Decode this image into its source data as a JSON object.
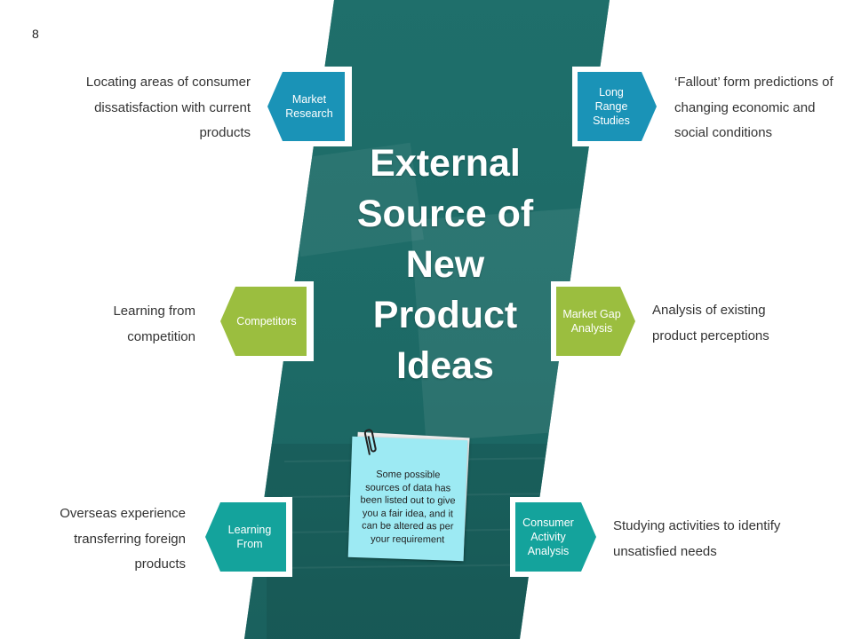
{
  "page_number": "8",
  "title_lines": [
    "External",
    "Source of",
    "New",
    "Product",
    "Ideas"
  ],
  "colors": {
    "band": "#1d6e6a",
    "blue": "#1a93b7",
    "green": "#9bbe3f",
    "teal": "#14a39c",
    "note": "#9deaf3"
  },
  "items": {
    "market_research": {
      "label_lines": [
        "Market",
        "Research"
      ],
      "desc_lines": [
        "Locating areas of consumer",
        "dissatisfaction with current",
        "products"
      ]
    },
    "long_range": {
      "label_lines": [
        "Long",
        "Range",
        "Studies"
      ],
      "desc_lines": [
        "‘Fallout’ form predictions of",
        "changing economic and",
        "social conditions"
      ]
    },
    "competitors": {
      "label_lines": [
        "Competitors"
      ],
      "desc_lines": [
        "Learning from",
        "competition"
      ]
    },
    "market_gap": {
      "label_lines": [
        "Market Gap",
        "Analysis"
      ],
      "desc_lines": [
        "Analysis of existing",
        "product perceptions"
      ]
    },
    "learning_from": {
      "label_lines": [
        "Learning",
        "From"
      ],
      "desc_lines": [
        "Overseas experience",
        "transferring foreign",
        "products"
      ]
    },
    "consumer_activity": {
      "label_lines": [
        "Consumer",
        "Activity",
        "Analysis"
      ],
      "desc_lines": [
        "Studying activities to identify",
        "unsatisfied needs"
      ]
    }
  },
  "note_lines": [
    "Some possible",
    "sources of data has",
    "been listed out to give",
    "you a fair idea, and it",
    "can be altered as per",
    "your requirement"
  ]
}
